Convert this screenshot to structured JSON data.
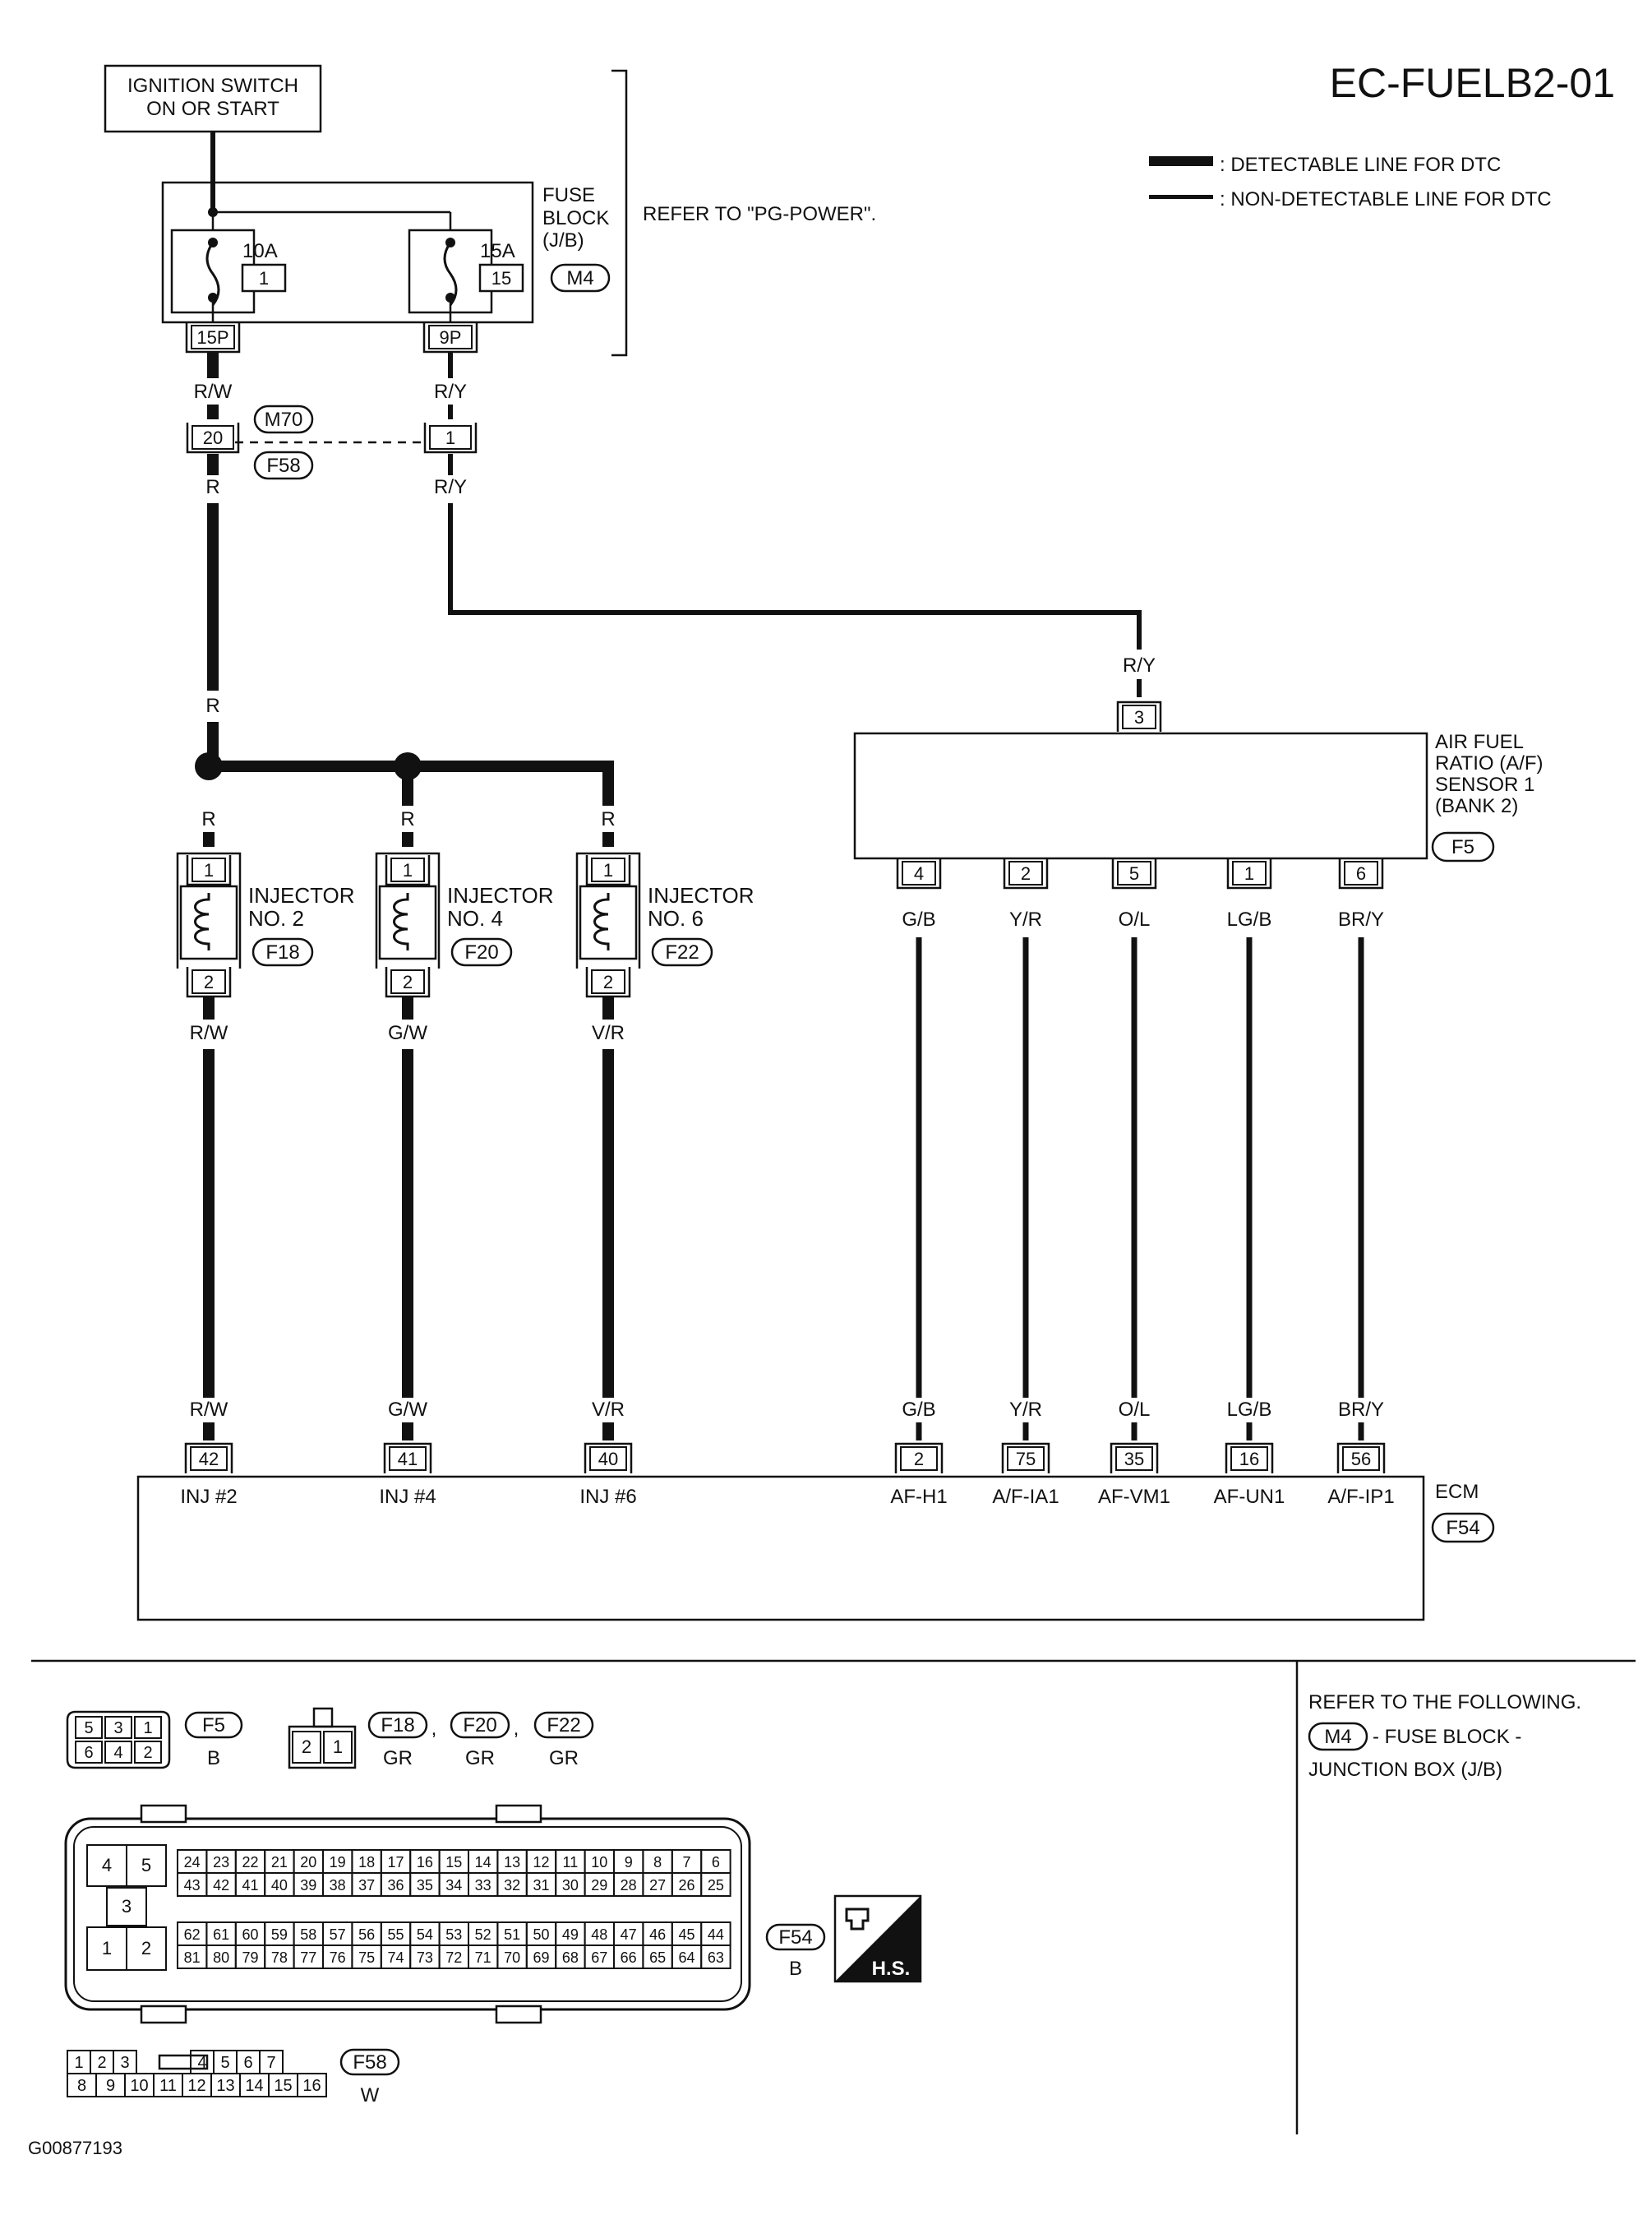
{
  "title": "EC-FUELB2-01",
  "legend": {
    "detectable": ": DETECTABLE LINE FOR DTC",
    "non_detectable": ": NON-DETECTABLE LINE FOR DTC"
  },
  "ignition": {
    "line1": "IGNITION SWITCH",
    "line2": "ON OR START"
  },
  "fuse_block": {
    "label_lines": [
      "FUSE",
      "BLOCK",
      "(J/B)"
    ],
    "connector": "M4",
    "refer": "REFER TO \"PG-POWER\".",
    "fuses": [
      {
        "amp": "10A",
        "num": "1",
        "terminal": "15P",
        "wire": "R/W"
      },
      {
        "amp": "15A",
        "num": "15",
        "terminal": "9P",
        "wire": "R/Y"
      }
    ]
  },
  "joint": {
    "pin_left": "20",
    "pin_right": "1",
    "conn_top": "M70",
    "conn_bottom": "F58",
    "wire_left_below": "R",
    "wire_right_below": "R/Y"
  },
  "wires": {
    "r_mid": "R",
    "ry_sensor": "R/Y"
  },
  "injectors": [
    {
      "line1": "INJECTOR",
      "line2": "NO. 2",
      "conn": "F18",
      "wire_in": "R",
      "pin_top": "1",
      "pin_bottom": "2",
      "wire_out": "R/W",
      "ecm_wire": "R/W",
      "ecm_pin": "42",
      "ecm_label": "INJ #2"
    },
    {
      "line1": "INJECTOR",
      "line2": "NO. 4",
      "conn": "F20",
      "wire_in": "R",
      "pin_top": "1",
      "pin_bottom": "2",
      "wire_out": "G/W",
      "ecm_wire": "G/W",
      "ecm_pin": "41",
      "ecm_label": "INJ #4"
    },
    {
      "line1": "INJECTOR",
      "line2": "NO. 6",
      "conn": "F22",
      "wire_in": "R",
      "pin_top": "1",
      "pin_bottom": "2",
      "wire_out": "V/R",
      "ecm_wire": "V/R",
      "ecm_pin": "40",
      "ecm_label": "INJ #6"
    }
  ],
  "af_sensor": {
    "label_lines": [
      "AIR FUEL",
      "RATIO (A/F)",
      "SENSOR 1",
      "(BANK 2)"
    ],
    "conn": "F5",
    "pin_top": "3",
    "pins": [
      {
        "pin": "4",
        "wire": "G/B",
        "ecm_wire": "G/B",
        "ecm_pin": "2",
        "ecm_label": "AF-H1"
      },
      {
        "pin": "2",
        "wire": "Y/R",
        "ecm_wire": "Y/R",
        "ecm_pin": "75",
        "ecm_label": "A/F-IA1"
      },
      {
        "pin": "5",
        "wire": "O/L",
        "ecm_wire": "O/L",
        "ecm_pin": "35",
        "ecm_label": "AF-VM1"
      },
      {
        "pin": "1",
        "wire": "LG/B",
        "ecm_wire": "LG/B",
        "ecm_pin": "16",
        "ecm_label": "AF-UN1"
      },
      {
        "pin": "6",
        "wire": "BR/Y",
        "ecm_wire": "BR/Y",
        "ecm_pin": "56",
        "ecm_label": "A/F-IP1"
      }
    ]
  },
  "ecm": {
    "label": "ECM",
    "conn": "F54"
  },
  "connector_views": {
    "f5": {
      "rows": [
        [
          "5",
          "3",
          "1"
        ],
        [
          "6",
          "4",
          "2"
        ]
      ],
      "conn": "F5",
      "color": "B"
    },
    "injector": {
      "pins": [
        "2",
        "1"
      ],
      "conns": [
        "F18",
        "F20",
        "F22"
      ],
      "colors": [
        "GR",
        "GR",
        "GR"
      ],
      "separator": ","
    },
    "ecm": {
      "left_pins": [
        "4",
        "5",
        "3",
        "1",
        "2"
      ],
      "row1": [
        "24",
        "23",
        "22",
        "21",
        "20",
        "19",
        "18",
        "17",
        "16",
        "15",
        "14",
        "13",
        "12",
        "11",
        "10",
        "9",
        "8",
        "7",
        "6"
      ],
      "row2": [
        "43",
        "42",
        "41",
        "40",
        "39",
        "38",
        "37",
        "36",
        "35",
        "34",
        "33",
        "32",
        "31",
        "30",
        "29",
        "28",
        "27",
        "26",
        "25"
      ],
      "row3": [
        "62",
        "61",
        "60",
        "59",
        "58",
        "57",
        "56",
        "55",
        "54",
        "53",
        "52",
        "51",
        "50",
        "49",
        "48",
        "47",
        "46",
        "45",
        "44"
      ],
      "row4": [
        "81",
        "80",
        "79",
        "78",
        "77",
        "76",
        "75",
        "74",
        "73",
        "72",
        "71",
        "70",
        "69",
        "68",
        "67",
        "66",
        "65",
        "64",
        "63"
      ],
      "conn": "F54",
      "color": "B",
      "badge": "H.S."
    },
    "f58": {
      "row1": [
        "1",
        "2",
        "3",
        "4",
        "5",
        "6",
        "7"
      ],
      "row2": [
        "8",
        "9",
        "10",
        "11",
        "12",
        "13",
        "14",
        "15",
        "16"
      ],
      "conn": "F58",
      "color": "W"
    }
  },
  "refer_following": {
    "line1": "REFER TO THE FOLLOWING.",
    "conn": "M4",
    "line2": "- FUSE BLOCK -",
    "line3": "JUNCTION BOX (J/B)"
  },
  "footer_code": "G00877193"
}
